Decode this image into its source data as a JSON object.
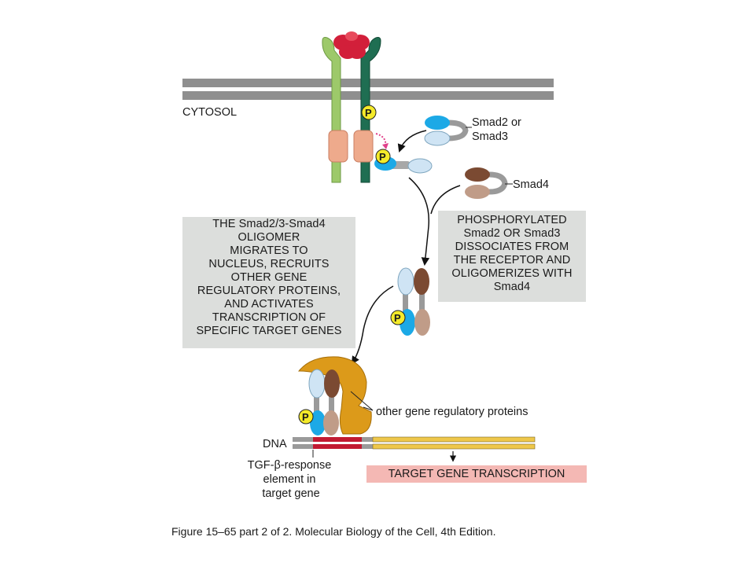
{
  "labels": {
    "cytosol": "CYTOSOL",
    "smad23": "Smad2 or\nSmad3",
    "smad4": "Smad4",
    "phosphate": "P",
    "dna": "DNA",
    "other_proteins": "other gene regulatory proteins",
    "tgf_element": "TGF-β-response\nelement in\ntarget gene",
    "target_transcription": "TARGET GENE TRANSCRIPTION"
  },
  "boxes": {
    "left": "THE Smad2/3-Smad4\nOLIGOMER\nMIGRATES TO\nNUCLEUS, RECRUITS\nOTHER GENE\nREGULATORY PROTEINS,\nAND ACTIVATES\nTRANSCRIPTION OF\nSPECIFIC TARGET GENES",
    "right": "PHOSPHORYLATED\nSmad2 OR Smad3\nDISSOCIATES FROM\nTHE RECEPTOR AND\nOLIGOMERIZES WITH\nSmad4"
  },
  "caption": "Figure 15–65 part 2 of 2. Molecular Biology of the Cell, 4th Edition.",
  "colors": {
    "membrane": "#8f8f8f",
    "receptor_light": "#9dc96a",
    "receptor_dark": "#1f6e52",
    "kinase": "#eeaa8c",
    "ligand": "#d21f3a",
    "smad23_light": "#cfe4f4",
    "smad23_blue": "#1ca9e6",
    "smad4_dark": "#7b4a32",
    "smad4_light": "#c09c88",
    "phosphate": "#f4ea2a",
    "dna_red": "#c21a32",
    "dna_yellow": "#eec74a",
    "reg_protein": "#dc9a1a",
    "box_bg": "#dcdedc"
  }
}
